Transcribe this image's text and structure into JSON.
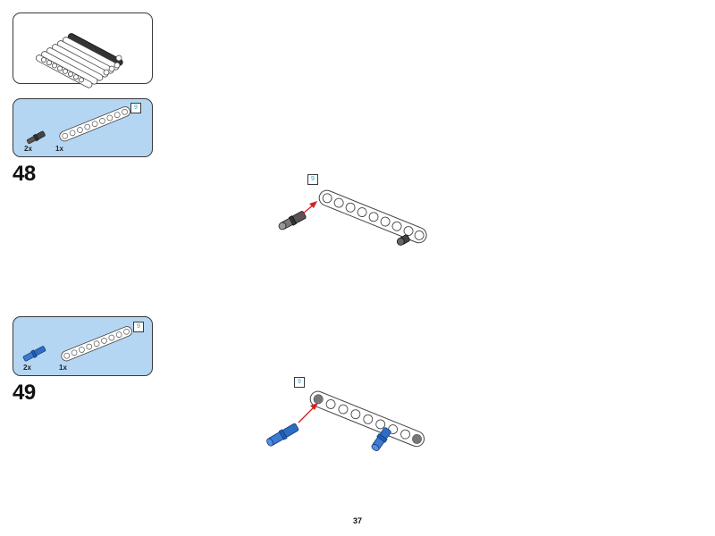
{
  "page": {
    "number": "37"
  },
  "submodel_preview": {
    "description_icon": "stacked-beams-subassembly-icon"
  },
  "steps": [
    {
      "number": "48",
      "parts": [
        {
          "icon": "black-axle-pin-icon",
          "quantity": "2x"
        },
        {
          "icon": "nine-hole-beam-icon",
          "quantity": "1x",
          "size_label": "9"
        }
      ],
      "callout_label": "9"
    },
    {
      "number": "49",
      "parts": [
        {
          "icon": "blue-pin-icon",
          "quantity": "2x"
        },
        {
          "icon": "nine-hole-beam-icon",
          "quantity": "1x",
          "size_label": "9"
        }
      ],
      "callout_label": "9"
    }
  ],
  "colors": {
    "parts_box_bg": "#b4d6f3",
    "arrow": "#d32020",
    "blue_pin": "#1f5fb4",
    "black_pin": "#3c3c3c",
    "length_label": "#2aa5c6"
  }
}
